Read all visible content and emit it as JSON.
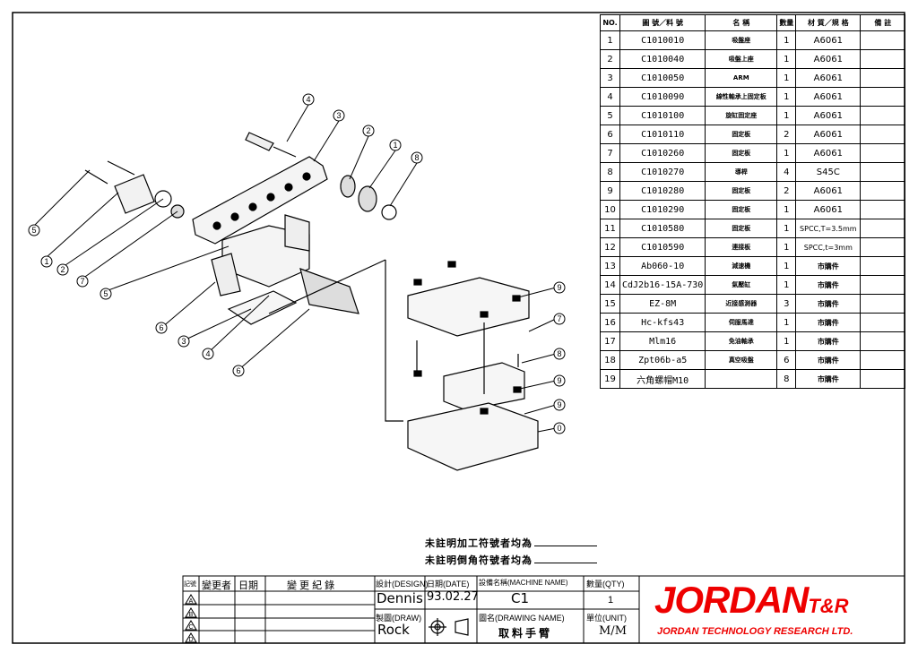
{
  "bom": {
    "headers": [
      "NO.",
      "圖 號／料 號",
      "名 稱",
      "數量",
      "材 質／規 格",
      "備 註"
    ],
    "rows": [
      {
        "no": "1",
        "code": "C1010010",
        "name": "吸盤座",
        "qty": "1",
        "spec": "A6061"
      },
      {
        "no": "2",
        "code": "C1010040",
        "name": "吸盤上座",
        "qty": "1",
        "spec": "A6061"
      },
      {
        "no": "3",
        "code": "C1010050",
        "name": "ARM",
        "qty": "1",
        "spec": "A6061"
      },
      {
        "no": "4",
        "code": "C1010090",
        "name": "線性軸承上固定板",
        "qty": "1",
        "spec": "A6061"
      },
      {
        "no": "5",
        "code": "C1010100",
        "name": "旋缸固定座",
        "qty": "1",
        "spec": "A6061"
      },
      {
        "no": "6",
        "code": "C1010110",
        "name": "固定板",
        "qty": "2",
        "spec": "A6061"
      },
      {
        "no": "7",
        "code": "C1010260",
        "name": "固定板",
        "qty": "1",
        "spec": "A6061"
      },
      {
        "no": "8",
        "code": "C1010270",
        "name": "導桿",
        "qty": "4",
        "spec": "S45C"
      },
      {
        "no": "9",
        "code": "C1010280",
        "name": "固定板",
        "qty": "2",
        "spec": "A6061"
      },
      {
        "no": "10",
        "code": "C1010290",
        "name": "固定板",
        "qty": "1",
        "spec": "A6061"
      },
      {
        "no": "11",
        "code": "C1010580",
        "name": "固定板",
        "qty": "1",
        "spec": "SPCC,T=3.5mm"
      },
      {
        "no": "12",
        "code": "C1010590",
        "name": "連接板",
        "qty": "1",
        "spec": "SPCC,t=3mm"
      },
      {
        "no": "13",
        "code": "Ab060-10",
        "name": "減速機",
        "qty": "1",
        "spec": "市購件"
      },
      {
        "no": "14",
        "code": "CdJ2b16-15A-730",
        "name": "氣壓缸",
        "qty": "1",
        "spec": "市購件"
      },
      {
        "no": "15",
        "code": "EZ-8M",
        "name": "近接感測器",
        "qty": "3",
        "spec": "市購件"
      },
      {
        "no": "16",
        "code": "Hc-kfs43",
        "name": "伺服馬達",
        "qty": "1",
        "spec": "市購件"
      },
      {
        "no": "17",
        "code": "Mlm16",
        "name": "免油軸承",
        "qty": "1",
        "spec": "市購件"
      },
      {
        "no": "18",
        "code": "Zpt06b-a5",
        "name": "真空吸盤",
        "qty": "6",
        "spec": "市購件"
      },
      {
        "no": "19",
        "code": "六角螺帽M10",
        "name": "",
        "qty": "8",
        "spec": "市購件"
      }
    ]
  },
  "notes": {
    "line1": "未註明加工符號者均為",
    "line2": "未註明倒角符號者均為"
  },
  "title_block": {
    "rev_mark_label": "記號",
    "rev_changer_label": "變更者",
    "rev_date_label": "日期",
    "rev_record_label": "變 更 紀 錄",
    "design_label": "設計(DESIGN)",
    "design_value": "Dennis",
    "date_label": "日期(DATE)",
    "date_value": "93.02.27",
    "machine_label": "設備名稱(MACHINE NAME)",
    "machine_value": "C1",
    "qty_label": "數量(QTY)",
    "qty_value": "1",
    "draw_label": "製圖(DRAW)",
    "draw_value": "Rock",
    "drawing_name_label": "圖名(DRAWING NAME)",
    "drawing_name_value": "取料手臂",
    "unit_label": "單位(UNIT)",
    "unit_value": "M/M",
    "rev_symbols": [
      "A",
      "B",
      "C",
      "D"
    ]
  },
  "company": {
    "logo_main": "JORDAN",
    "logo_suffix": "T&R",
    "name": "JORDAN TECHNOLOGY RESEARCH LTD.",
    "brand_color": "#e00000"
  },
  "balloons": {
    "ids": [
      "4",
      "3",
      "2",
      "1",
      "8",
      "5",
      "1",
      "2",
      "7",
      "5",
      "6",
      "3",
      "4",
      "6",
      "9",
      "7",
      "8",
      "9",
      "9",
      "0"
    ]
  }
}
